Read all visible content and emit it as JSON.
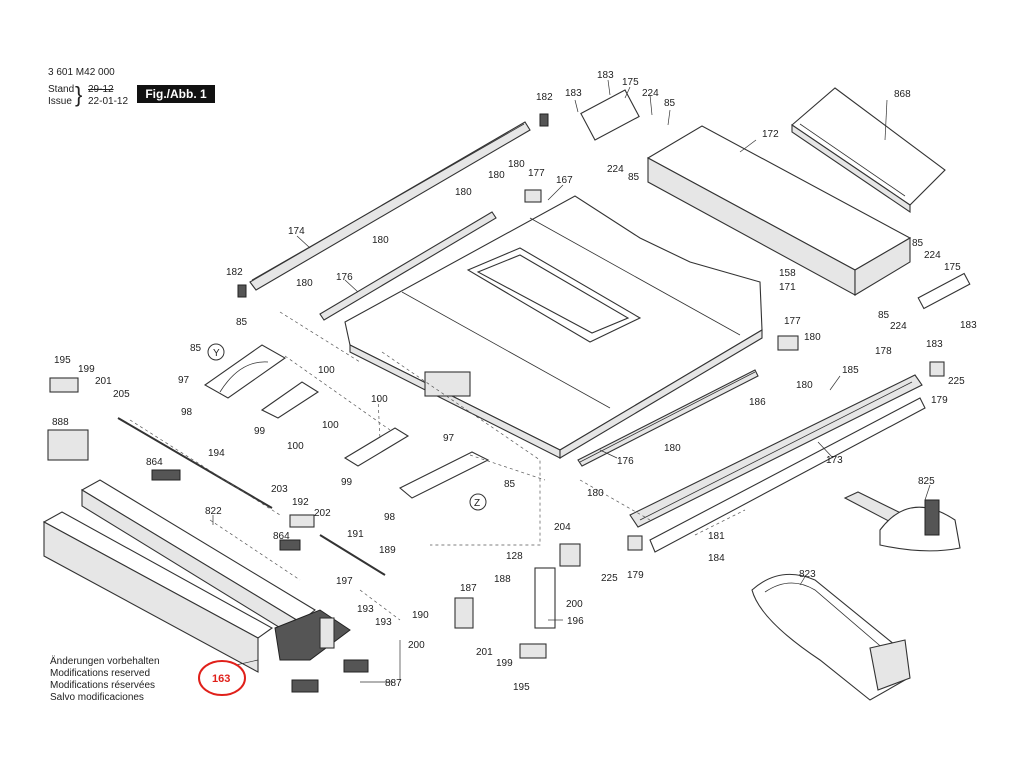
{
  "header": {
    "doc_number": "3 601 M42 000",
    "stand_label": "Stand",
    "issue_label": "Issue",
    "stand_old": "29-12",
    "issue_date": "22-01-12",
    "figure_label": "Fig./Abb. 1"
  },
  "notes": [
    "Änderungen vorbehalten",
    "Modifications reserved",
    "Modifications réservées",
    "Salvo modificaciones"
  ],
  "highlight": {
    "part": "163",
    "color": "#e0201a"
  },
  "part_labels": {
    "p183a": "183",
    "p175a": "175",
    "p224a": "224",
    "p85a": "85",
    "p182a": "182",
    "p183b": "183",
    "p224b": "224",
    "p85b": "85",
    "p172": "172",
    "p868": "868",
    "p180a": "180",
    "p180b": "180",
    "p177a": "177",
    "p167": "167",
    "p174": "174",
    "p180c": "180",
    "p180d": "180",
    "p176a": "176",
    "p180e": "180",
    "p182b": "182",
    "p158": "158",
    "p171": "171",
    "p85c": "85",
    "p224c": "224",
    "p175b": "175",
    "p85d": "85",
    "p224d": "224",
    "p183c": "183",
    "p183d": "183",
    "p177b": "177",
    "p180f": "180",
    "p180g": "180",
    "p195a": "195",
    "p199a": "199",
    "p201a": "201",
    "p205": "205",
    "p85e": "85",
    "p85f": "85",
    "p97a": "97",
    "pY": "Y",
    "p98a": "98",
    "p100a": "100",
    "p99a": "99",
    "p100b": "100",
    "p100c": "100",
    "p100d": "100",
    "p99b": "99",
    "p97b": "97",
    "p85g": "85",
    "p98b": "98",
    "pZ": "Z",
    "p888": "888",
    "p864a": "864",
    "p194": "194",
    "p203": "203",
    "p192": "192",
    "p202": "202",
    "p822": "822",
    "p864b": "864",
    "p191": "191",
    "p189": "189",
    "p197": "197",
    "p193a": "193",
    "p193b": "193",
    "p190": "190",
    "p187": "187",
    "p188": "188",
    "p128": "128",
    "p204": "204",
    "p200a": "200",
    "p196": "196",
    "p200b": "200",
    "p201b": "201",
    "p199b": "199",
    "p195b": "195",
    "p176b": "176",
    "p180h": "180",
    "p180i": "180",
    "p185": "185",
    "p173": "173",
    "p178": "178",
    "p225a": "225",
    "p179a": "179",
    "p186": "186",
    "p181": "181",
    "p184": "184",
    "p225b": "225",
    "p179b": "179",
    "p825": "825",
    "p823": "823",
    "p887": "887"
  }
}
